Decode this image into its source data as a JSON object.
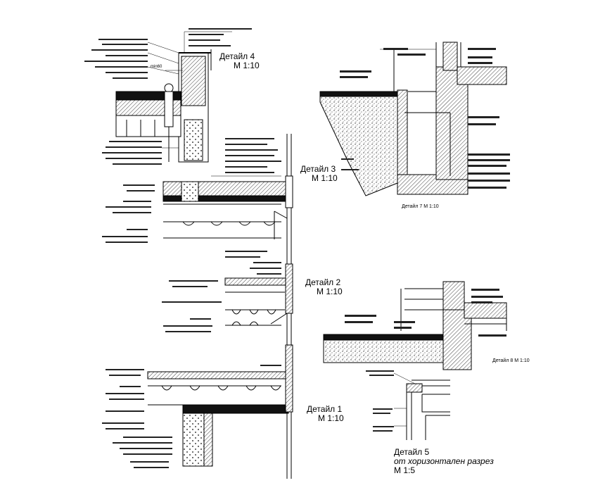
{
  "details": {
    "d4": {
      "name": "Детайл 4",
      "scale": "М 1:10",
      "dim": "min60"
    },
    "d3": {
      "name": "Детайл 3",
      "scale": "М 1:10"
    },
    "d2": {
      "name": "Детайл 2",
      "scale": "М 1:10"
    },
    "d1": {
      "name": "Детайл 1",
      "scale": "М 1:10"
    },
    "d7": {
      "label": "Детайл 7  М 1:10"
    },
    "d8": {
      "label": "Детайл 8  М 1:10"
    },
    "d5": {
      "name": "Детайл 5",
      "subtitle": "от хоризонтален разрез",
      "scale": "М 1:5"
    }
  },
  "colors": {
    "ink": "#000000",
    "paper": "#ffffff",
    "hatch": "#444444"
  },
  "icons": [
    "roof-vent-icon"
  ]
}
